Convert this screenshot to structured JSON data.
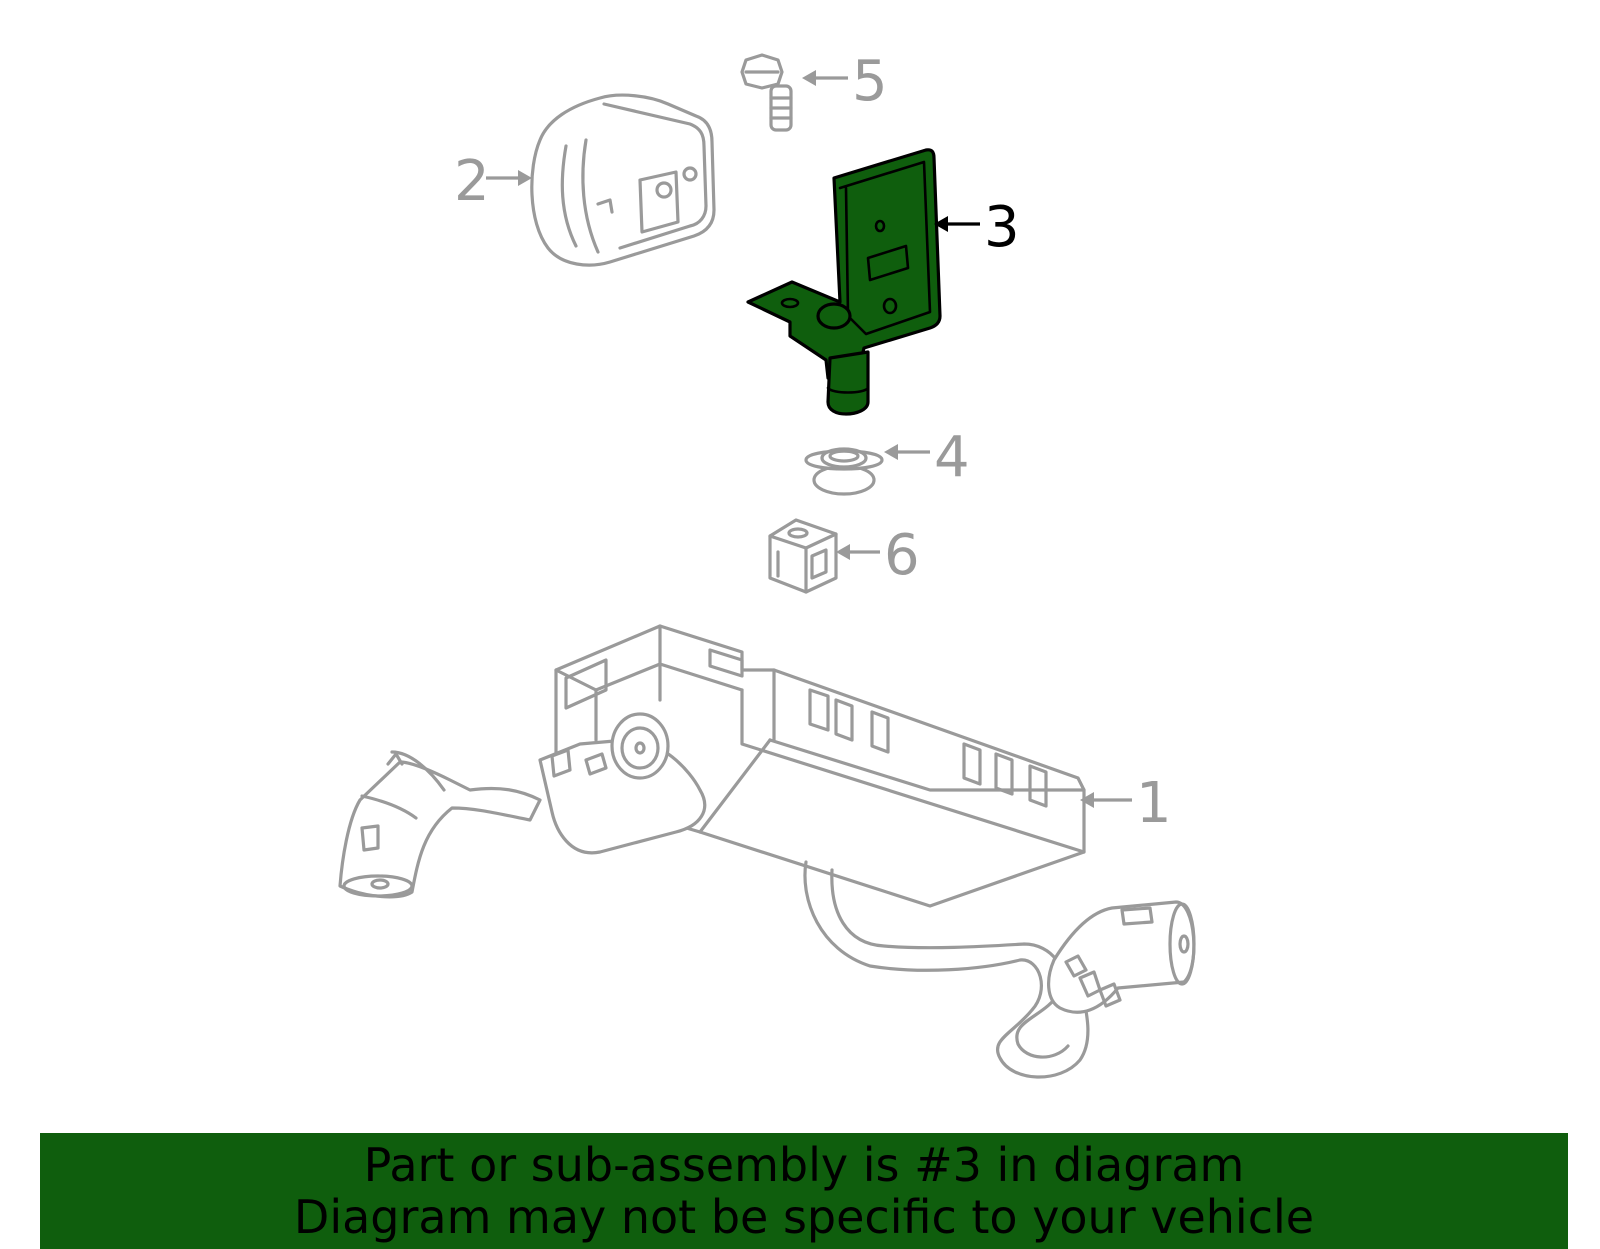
{
  "colors": {
    "highlight": "#0f5e0d",
    "outline": "#9a9a9a",
    "banner": "#0f5e0d",
    "text_dark": "#000000"
  },
  "callouts": [
    {
      "label": "1",
      "part": "fuse-relay-box-with-harness",
      "highlighted": false
    },
    {
      "label": "2",
      "part": "connector-housing",
      "highlighted": false
    },
    {
      "label": "3",
      "part": "mounting-bracket",
      "highlighted": true
    },
    {
      "label": "4",
      "part": "grommet",
      "highlighted": false
    },
    {
      "label": "5",
      "part": "bolt",
      "highlighted": false
    },
    {
      "label": "6",
      "part": "clip-nut",
      "highlighted": false
    }
  ],
  "banner": {
    "line1": "Part or sub-assembly is #3 in diagram",
    "line2": "Diagram may not be specific to your vehicle"
  }
}
